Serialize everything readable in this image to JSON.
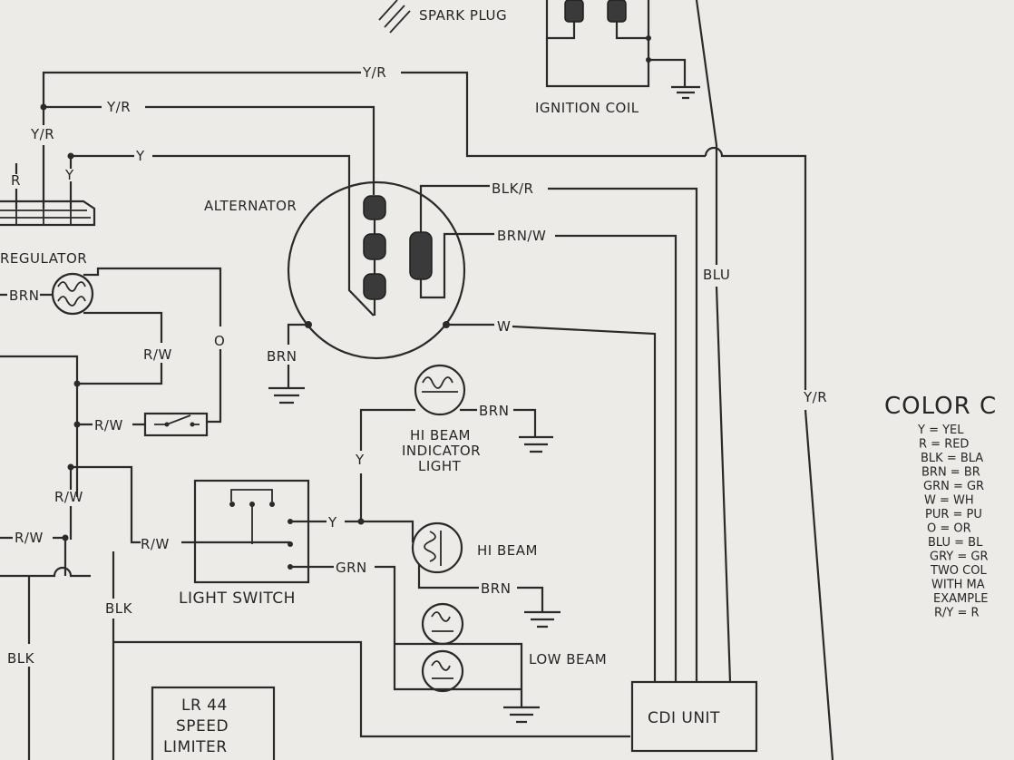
{
  "components": {
    "spark_plug": "SPARK PLUG",
    "ignition_coil": "IGNITION COIL",
    "alternator": "ALTERNATOR",
    "regulator": "REGULATOR",
    "hi_beam_indicator_line1": "HI BEAM",
    "hi_beam_indicator_line2": "INDICATOR",
    "hi_beam_indicator_line3": "LIGHT",
    "hi_beam": "HI BEAM",
    "low_beam": "LOW BEAM",
    "light_switch": "LIGHT SWITCH",
    "cdi_unit": "CDI UNIT",
    "speed_limiter_line1": "LR 44",
    "speed_limiter_line2": "SPEED",
    "speed_limiter_line3": "LIMITER"
  },
  "wire_labels": {
    "yr_top": "Y/R",
    "yr_second": "Y/R",
    "yr_left": "Y/R",
    "y_top": "Y",
    "r_reg": "R",
    "y_reg": "Y",
    "blk_r": "BLK/R",
    "brn_w": "BRN/W",
    "blu": "BLU",
    "yr_right": "Y/R",
    "w": "W",
    "brn_alt": "BRN",
    "brn_left": "BRN",
    "rw_1": "R/W",
    "o": "O",
    "rw_2": "R/W",
    "rw_3": "R/W",
    "rw_4": "R/W",
    "rw_5": "R/W",
    "brn_indicator": "BRN",
    "y_mid": "Y",
    "y_switch": "Y",
    "grn": "GRN",
    "brn_hibeam": "BRN",
    "blk_1": "BLK",
    "blk_2": "BLK"
  },
  "color_code": {
    "title": "COLOR C",
    "rows": [
      "Y    = YEL",
      "R    = RED",
      "BLK = BLA",
      "BRN = BR",
      "GRN = GR",
      "W    = WH",
      "PUR = PU",
      "O    = OR",
      "BLU = BL",
      "GRY = GR",
      "TWO COL",
      "WITH MA",
      "EXAMPLE",
      "R/Y = R"
    ]
  }
}
